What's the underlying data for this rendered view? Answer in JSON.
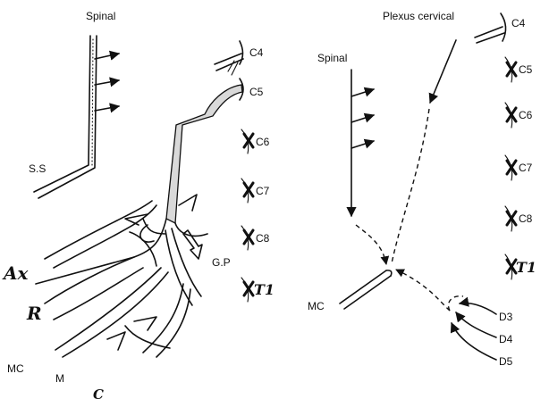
{
  "left": {
    "title": "Spinal",
    "ss": "S.S",
    "roots": [
      "C4",
      "C5",
      "C6",
      "C7",
      "C8",
      "T1"
    ],
    "gp": "G.P",
    "branches": [
      "Ax",
      "R",
      "MC",
      "M",
      "C"
    ]
  },
  "right": {
    "plexus": "Plexus cervical",
    "spinal": "Spinal",
    "roots": [
      "C4",
      "C5",
      "C6",
      "C7",
      "C8",
      "T1"
    ],
    "mc": "MC",
    "dorsal": [
      "D3",
      "D4",
      "D5"
    ]
  }
}
